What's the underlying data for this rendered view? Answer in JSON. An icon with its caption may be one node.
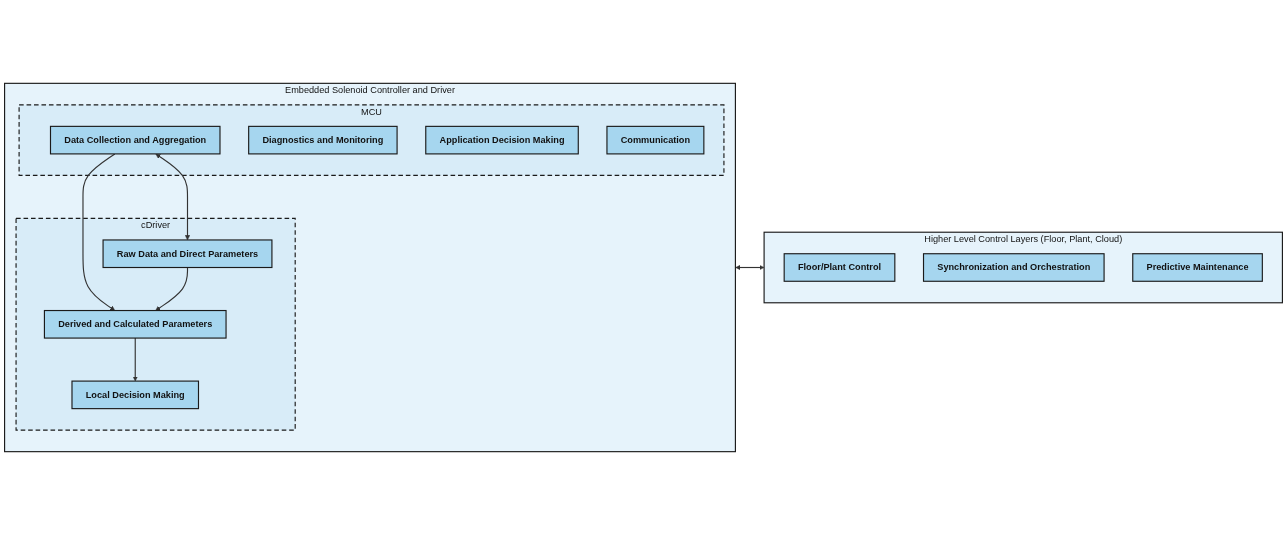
{
  "diagram": {
    "nodes": [
      {
        "text": [
          "Embedded Solenoid Controller and Driver"
        ]
      },
      {
        "text": [
          "cDriver"
        ],
        "in": 0
      },
      {
        "text": [
          "Raw Data and Direct Parameters"
        ],
        "in": 1
      },
      {
        "text": [
          "Derived and Calculated Parameters"
        ],
        "in": 1
      },
      {
        "text": [
          "Local Decision Making"
        ],
        "in": 1
      },
      {
        "text": [
          "MCU"
        ],
        "in": 0
      },
      {
        "text": [
          "Data Collection and Aggregation"
        ],
        "in": 5
      },
      {
        "text": [
          "Diagnostics and Monitoring"
        ],
        "in": 5
      },
      {
        "text": [
          "Application Decision Making"
        ],
        "in": 5
      },
      {
        "text": [
          "Communication"
        ],
        "in": 5
      },
      {
        "text": [
          "Higher Level Control Layers (Floor, Plant, Cloud)"
        ]
      },
      {
        "text": [
          "Floor/Plant Control"
        ],
        "in": 10
      },
      {
        "text": [
          "Synchronization and Orchestration"
        ],
        "in": 10
      },
      {
        "text": [
          "Predictive Maintenance"
        ],
        "in": 10
      }
    ],
    "edges": [
      {
        "from": 2,
        "to": 6,
        "arrow": "both"
      },
      {
        "from": 6,
        "to": 3,
        "arrow": "to"
      },
      {
        "from": 2,
        "to": 3,
        "arrow": "to"
      },
      {
        "from": 3,
        "to": 4,
        "arrow": "to"
      },
      {
        "from": 0,
        "to": 10,
        "arrow": "both"
      }
    ]
  }
}
